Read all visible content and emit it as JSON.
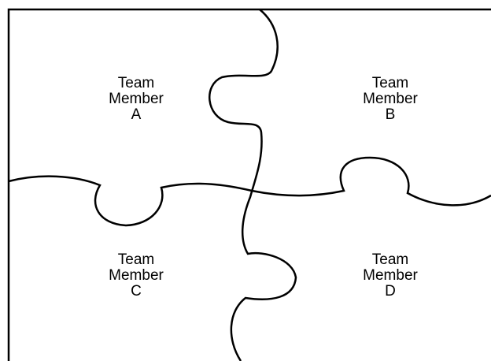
{
  "pieces": [
    {
      "id": "A",
      "lines": [
        "Team",
        "Member",
        "A"
      ]
    },
    {
      "id": "B",
      "lines": [
        "Team",
        "Member",
        "B"
      ]
    },
    {
      "id": "C",
      "lines": [
        "Team",
        "Member",
        "C"
      ]
    },
    {
      "id": "D",
      "lines": [
        "Team",
        "Member",
        "D"
      ]
    }
  ],
  "colors": {
    "stroke": "#000000",
    "background": "#ffffff"
  }
}
